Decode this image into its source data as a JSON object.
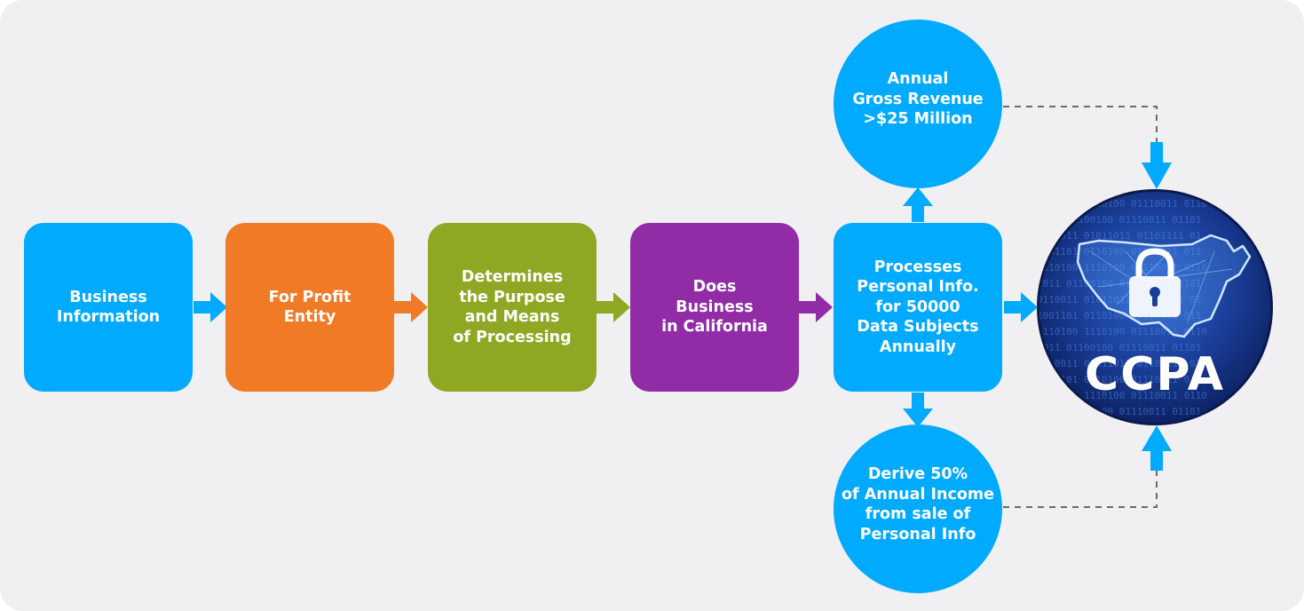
{
  "steps": [
    {
      "label": "Business\nInformation",
      "color": "#00aaff"
    },
    {
      "label": "For Profit\nEntity",
      "color": "#f07a25"
    },
    {
      "label": "Determines\nthe Purpose\nand Means\nof Processing",
      "color": "#8ea823"
    },
    {
      "label": "Does\nBusiness\nin California",
      "color": "#912ca6"
    },
    {
      "label": "Processes\nPersonal Info.\nfor 50000\nData Subjects\nAnnually",
      "color": "#00aaff"
    }
  ],
  "criteria": {
    "top": "Annual\nGross Revenue\n>$25 Million",
    "bottom": "Derive 50%\nof Annual Income\nfrom sale of\nPersonal Info"
  },
  "ccpa": {
    "label": "CCPA",
    "icon": "padlock-icon",
    "background": "us-map-binary-code"
  },
  "colors": {
    "arrow_blue": "#00aaff",
    "arrow_orange": "#f07a25",
    "arrow_green": "#8ea823",
    "arrow_purple": "#912ca6",
    "panel": "#f0f0f3",
    "dashed_line": "#6b6b6b"
  }
}
